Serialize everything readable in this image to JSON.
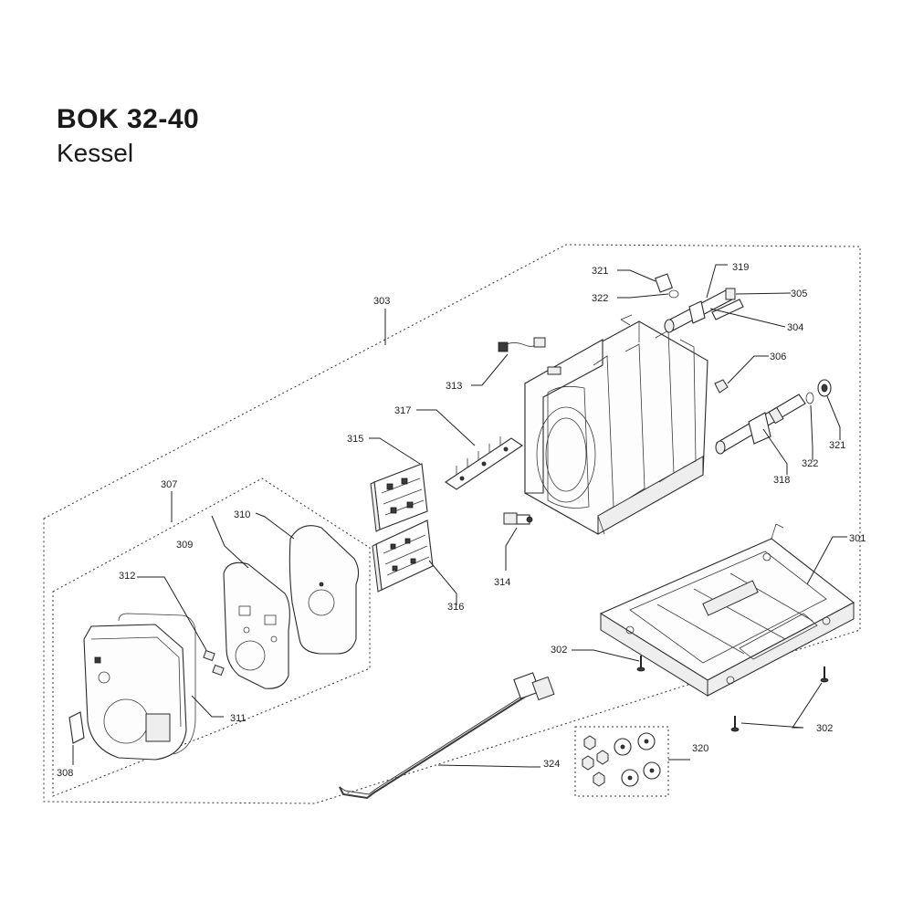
{
  "title": "BOK 32-40",
  "subtitle": "Kessel",
  "callouts": {
    "c301": "301",
    "c302a": "302",
    "c302b": "302",
    "c303": "303",
    "c304": "304",
    "c305": "305",
    "c306": "306",
    "c307": "307",
    "c308": "308",
    "c309": "309",
    "c310": "310",
    "c311": "311",
    "c312": "312",
    "c313": "313",
    "c314": "314",
    "c315": "315",
    "c316": "316",
    "c317": "317",
    "c318": "318",
    "c319": "319",
    "c320": "320",
    "c321a": "321",
    "c321b": "321",
    "c322a": "322",
    "c322b": "322",
    "c324": "324"
  }
}
